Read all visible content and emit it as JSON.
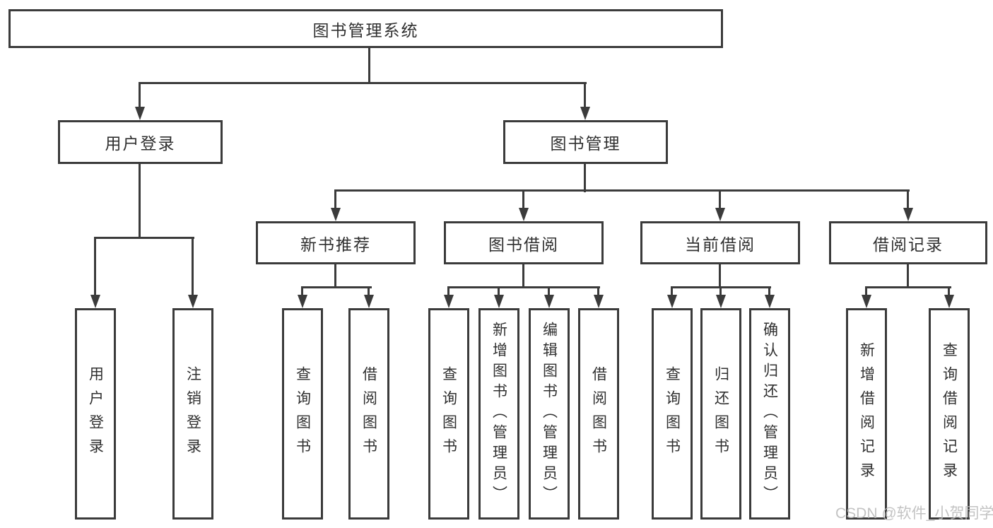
{
  "colors": {
    "line": "#3b3b3b",
    "text": "#303030",
    "box_bg": "#ffffff",
    "watermark": "#b9b9b9"
  },
  "tree": {
    "root": {
      "label": "图书管理系统"
    },
    "branches": [
      {
        "label": "用户登录",
        "leaves": [
          {
            "label": "用户登录"
          },
          {
            "label": "注销登录"
          }
        ]
      },
      {
        "label": "图书管理",
        "groups": [
          {
            "label": "新书推荐",
            "leaves": [
              {
                "label": "查询图书"
              },
              {
                "label": "借阅图书"
              }
            ]
          },
          {
            "label": "图书借阅",
            "leaves": [
              {
                "label": "查询图书"
              },
              {
                "label": "新增图书（管理员）"
              },
              {
                "label": "编辑图书（管理员）"
              },
              {
                "label": "借阅图书"
              }
            ]
          },
          {
            "label": "当前借阅",
            "leaves": [
              {
                "label": "查询图书"
              },
              {
                "label": "归还图书"
              },
              {
                "label": "确认归还（管理员）"
              }
            ]
          },
          {
            "label": "借阅记录",
            "leaves": [
              {
                "label": "新增借阅记录"
              },
              {
                "label": "查询借阅记录"
              }
            ]
          }
        ]
      }
    ]
  },
  "watermark": {
    "text": "CSDN @软件_小贺同学"
  }
}
